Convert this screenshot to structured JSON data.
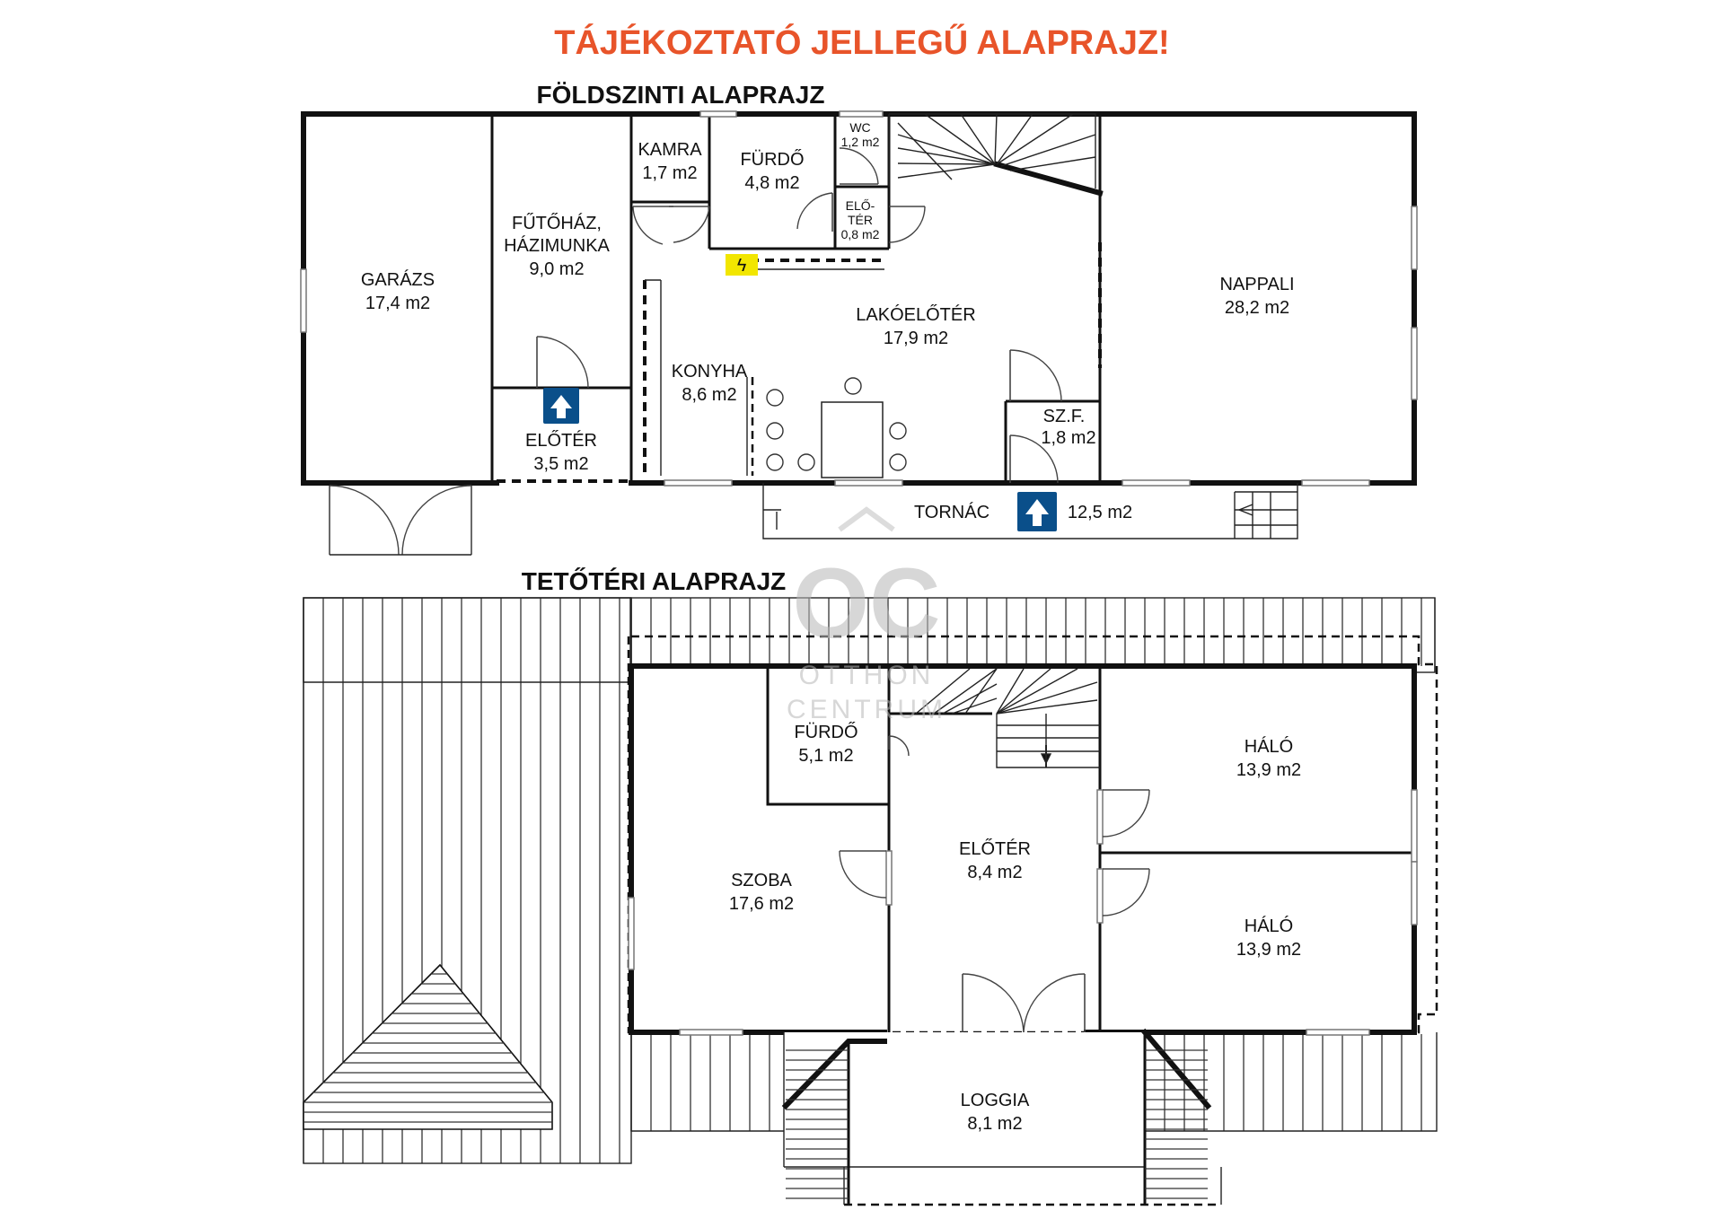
{
  "header": {
    "notice": "TÁJÉKOZTATÓ JELLEGŰ ALAPRAJZ!",
    "notice_color": "#e8542a",
    "ground_title": "FÖLDSZINTI ALAPRAJZ",
    "attic_title": "TETŐTÉRI ALAPRAJZ"
  },
  "watermark": {
    "logo": "OC",
    "line1": "OTTHON",
    "line2": "CENTRUM"
  },
  "symbols": {
    "entrance_arrow_color": "#0a4f8a",
    "electric_panel_color": "#f2e600",
    "electric_icon": "lightning-icon"
  },
  "ground_floor": {
    "garage": {
      "name": "GARÁZS",
      "area": "17,4 m2"
    },
    "boiler_room": {
      "name1": "FŰTŐHÁZ,",
      "name2": "HÁZIMUNKA",
      "area": "9,0 m2"
    },
    "entry_hall": {
      "name": "ELŐTÉR",
      "area": "3,5 m2"
    },
    "pantry": {
      "name": "KAMRA",
      "area": "1,7 m2"
    },
    "bathroom": {
      "name": "FÜRDŐ",
      "area": "4,8 m2"
    },
    "wc": {
      "name": "WC",
      "area": "1,2 m2"
    },
    "small_hall": {
      "name1": "ELŐ-",
      "name2": "TÉR",
      "area": "0,8 m2"
    },
    "living_hall": {
      "name": "LAKÓELŐTÉR",
      "area": "17,9 m2"
    },
    "kitchen": {
      "name": "KONYHA",
      "area": "8,6 m2"
    },
    "closet": {
      "name": "SZ.F.",
      "area": "1,8 m2"
    },
    "living_room": {
      "name": "NAPPALI",
      "area": "28,2 m2"
    },
    "porch": {
      "name": "TORNÁC",
      "area": "12,5 m2"
    }
  },
  "attic_floor": {
    "bathroom": {
      "name": "FÜRDŐ",
      "area": "5,1 m2"
    },
    "room": {
      "name": "SZOBA",
      "area": "17,6 m2"
    },
    "hall": {
      "name": "ELŐTÉR",
      "area": "8,4 m2"
    },
    "bedroom1": {
      "name": "HÁLÓ",
      "area": "13,9 m2"
    },
    "bedroom2": {
      "name": "HÁLÓ",
      "area": "13,9 m2"
    },
    "loggia": {
      "name": "LOGGIA",
      "area": "8,1 m2"
    }
  }
}
